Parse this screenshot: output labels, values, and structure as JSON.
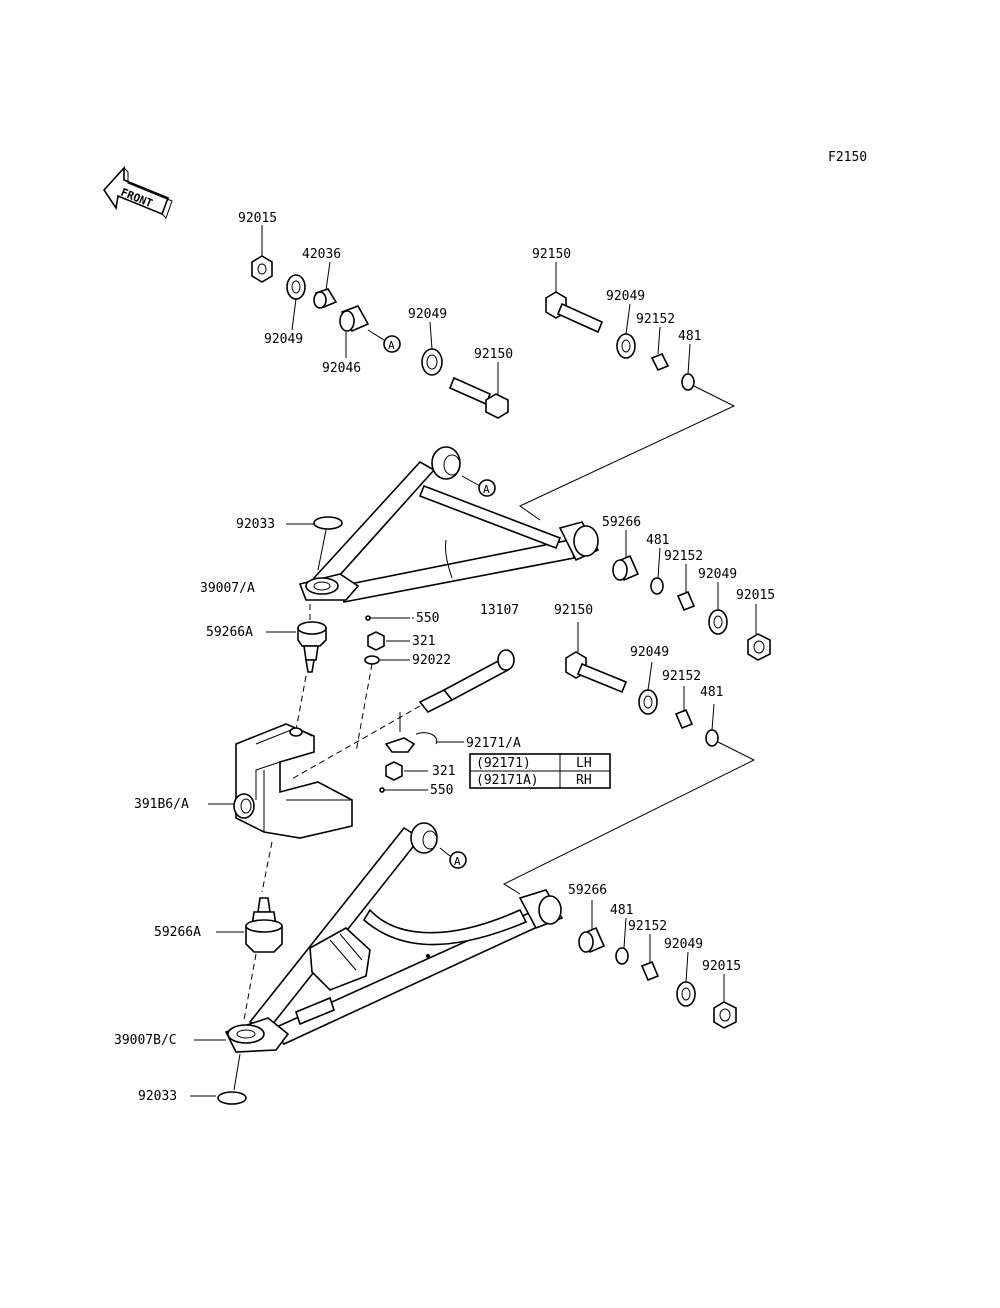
{
  "figure_id": "F2150",
  "front_arrow_label": "FRONT",
  "ref_marker": "A",
  "labels": {
    "nut_top": "92015",
    "bushing_top": "42036",
    "washer_top": "92049",
    "bushing_inner": "92046",
    "washer_mid": "92049",
    "bolt_left": "92150",
    "bolt_right": "92150",
    "washer_right": "92049",
    "spacer_right": "92152",
    "seal_right": "481",
    "circlip_upper": "92033",
    "upper_arm": "39007/A",
    "balljoint_upper": "59266A",
    "pin_upper": "550",
    "nut_upper": "321",
    "washer_upper": "92022",
    "spindle": "13107",
    "bushing_upper_arm": "59266",
    "seal_upper_arm": "481",
    "spacer_upper_arm": "92152",
    "washer_upper_arm": "92049",
    "nut_upper_arm": "92015",
    "bolt_lower": "92150",
    "washer_lower": "92049",
    "spacer_lower": "92152",
    "seal_lower": "481",
    "clip_spindle": "92171/A",
    "nut_lower": "321",
    "pin_lower": "550",
    "knuckle": "391B6/A",
    "bushing_lower_arm": "59266",
    "seal_lower_arm": "481",
    "spacer_lower_arm": "92152",
    "washer_lower_arm": "92049",
    "nut_lower_arm": "92015",
    "balljoint_lower": "59266A",
    "lower_arm": "39007B/C",
    "circlip_lower": "92033"
  },
  "side_table": [
    {
      "part": "(92171)",
      "side": "LH"
    },
    {
      "part": "(92171A)",
      "side": "RH"
    }
  ]
}
